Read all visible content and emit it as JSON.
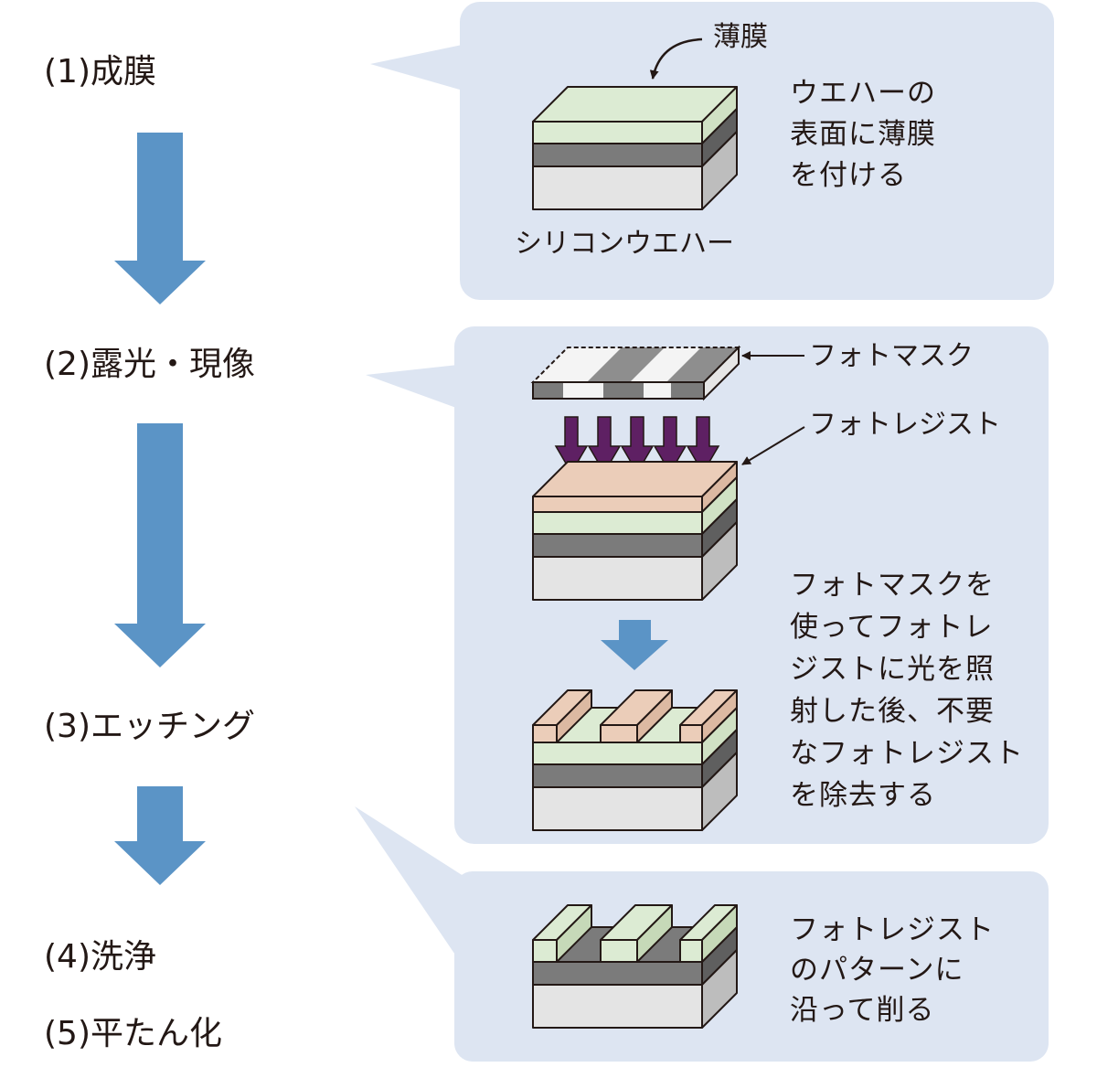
{
  "steps": [
    {
      "label": "(1)成膜"
    },
    {
      "label": "(2)露光・現像"
    },
    {
      "label": "(3)エッチング"
    },
    {
      "label": "(4)洗浄"
    },
    {
      "label": "(5)平たん化"
    }
  ],
  "panel1": {
    "thin_film_label": "薄膜",
    "wafer_label": "シリコンウエハー",
    "desc": [
      "ウエハーの",
      "表面に薄膜",
      "を付ける"
    ]
  },
  "panel2": {
    "photomask_label": "フォトマスク",
    "photoresist_label": "フォトレジスト",
    "desc": [
      "フォトマスクを",
      "使ってフォトレ",
      "ジストに光を照",
      "射した後、不要",
      "なフォトレジスト",
      "を除去する"
    ]
  },
  "panel3": {
    "desc": [
      "フォトレジスト",
      "のパターンに",
      "沿って削る"
    ]
  },
  "colors": {
    "panel_bg": "#dde5f2",
    "flow_arrow": "#5b94c6",
    "uv_arrow": "#5e2063",
    "film_green": "#dcebd3",
    "wafer_dark": "#7b7b7b",
    "wafer_light": "#e4e4e4",
    "resist_pink": "#ebcdb9"
  }
}
